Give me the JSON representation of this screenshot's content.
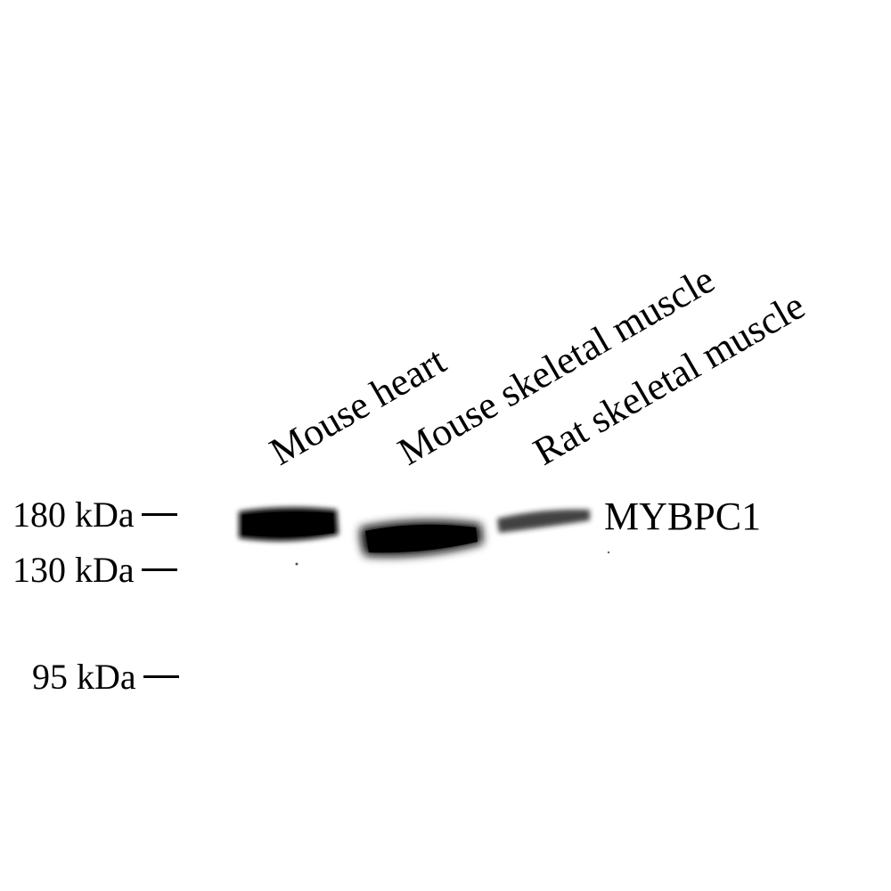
{
  "lanes": [
    {
      "label": "Mouse heart",
      "band_intensity": 0.85
    },
    {
      "label": "Mouse skeletal muscle",
      "band_intensity": 1.0
    },
    {
      "label": "Rat skeletal muscle",
      "band_intensity": 0.45
    }
  ],
  "markers": [
    {
      "label": "180 kDa"
    },
    {
      "label": "130 kDa"
    },
    {
      "label": "95 kDa"
    }
  ],
  "target_label": "MYBPC1",
  "colors": {
    "band": "#0a0a0a",
    "background": "#ffffff"
  }
}
